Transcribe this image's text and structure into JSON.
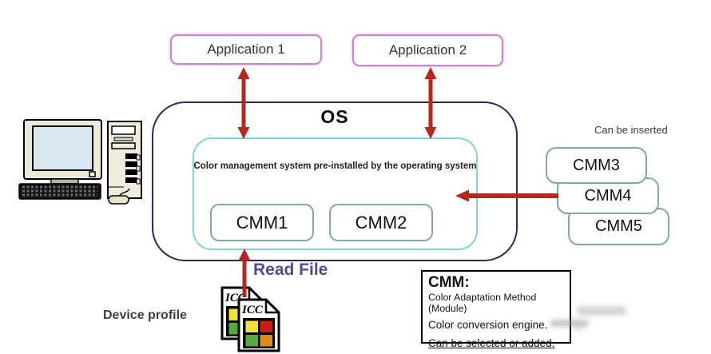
{
  "diagram": {
    "applications": [
      {
        "label": "Application 1"
      },
      {
        "label": "Application 2"
      }
    ],
    "os": {
      "title": "OS",
      "cms": {
        "caption": "Color management system pre-installed by the operating system",
        "modules": [
          {
            "label": "CMM1"
          },
          {
            "label": "CMM2"
          }
        ]
      }
    },
    "insertable": {
      "caption": "Can be inserted",
      "modules": [
        {
          "label": "CMM3"
        },
        {
          "label": "CMM4"
        },
        {
          "label": "CMM5"
        }
      ]
    },
    "labels": {
      "read_file": "Read File",
      "device_profile": "Device profile",
      "icc_file": "ICC"
    },
    "definition_box": {
      "title": "CMM:",
      "subtitle": "Color Adaptation Method (Module)",
      "description": "Color conversion engine.",
      "note": "Can be selected or added."
    },
    "colors": {
      "application_border": "#cf7fd6",
      "os_border": "#262a60",
      "cms_border": "#82d3e0",
      "cmm_border": "#7fab9b",
      "arrow_red": "#b6271d",
      "read_file_text": "#4f4d8f",
      "icc_yellow": "#f0e13a",
      "icc_red": "#cc1d15",
      "icc_green": "#57a83d",
      "icc_orange": "#dd8a1f"
    }
  }
}
